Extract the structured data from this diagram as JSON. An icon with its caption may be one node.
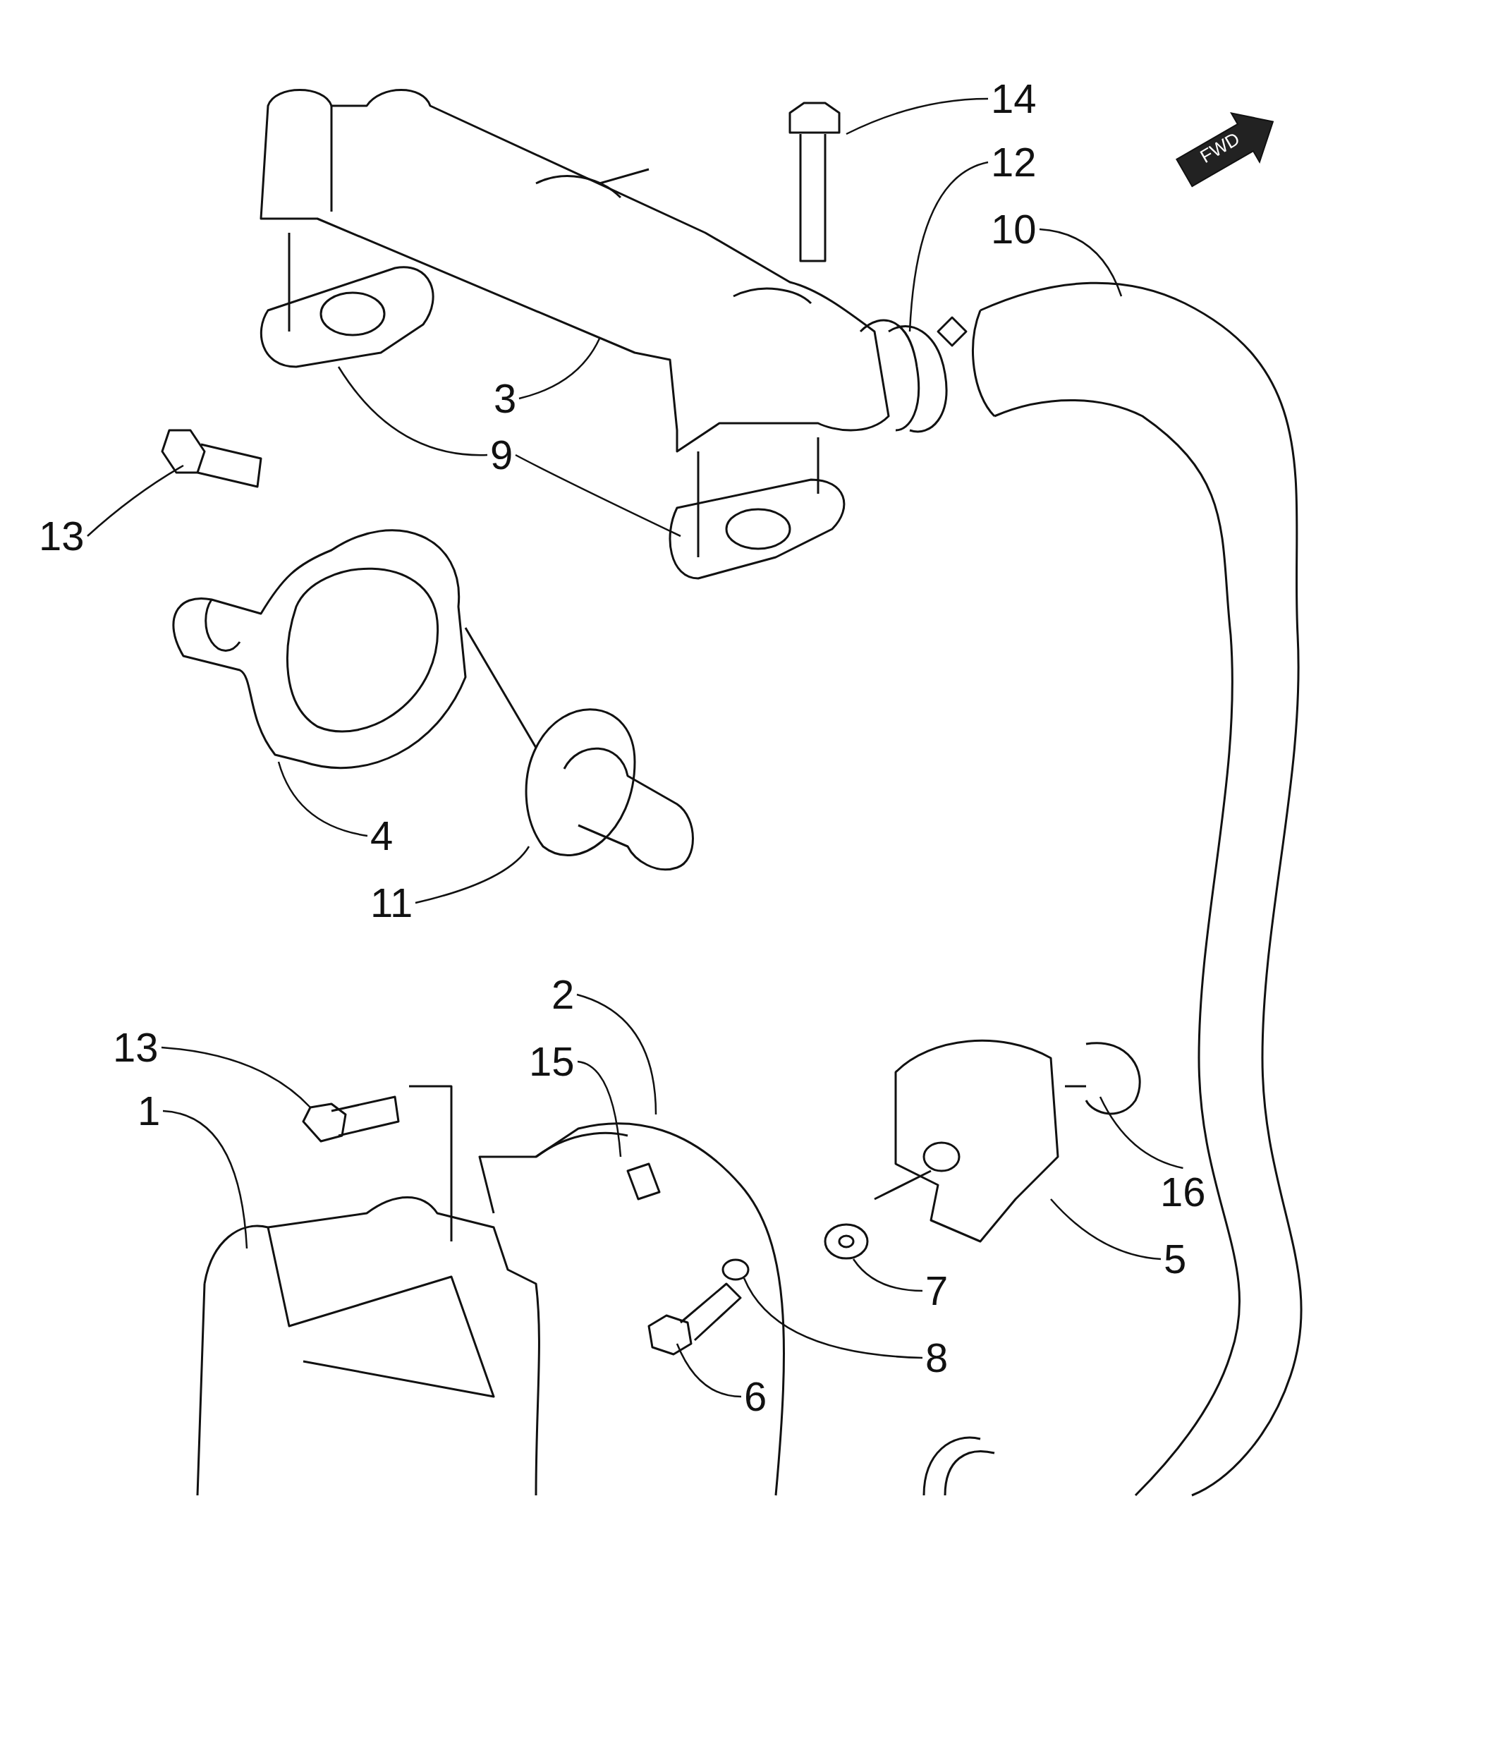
{
  "diagram": {
    "nodes": [
      {
        "text": [
          "14"
        ]
      },
      {
        "text": [
          "12"
        ]
      },
      {
        "text": [
          "10"
        ]
      },
      {
        "text": [
          "3"
        ]
      },
      {
        "text": [
          "9"
        ]
      },
      {
        "text": [
          "13"
        ]
      },
      {
        "text": [
          "4"
        ]
      },
      {
        "text": [
          "11"
        ]
      },
      {
        "text": [
          "2"
        ]
      },
      {
        "text": [
          "15"
        ]
      },
      {
        "text": [
          "13"
        ]
      },
      {
        "text": [
          "1"
        ]
      },
      {
        "text": [
          "16"
        ]
      },
      {
        "text": [
          "5"
        ]
      },
      {
        "text": [
          "7"
        ]
      },
      {
        "text": [
          "8"
        ]
      },
      {
        "text": [
          "6"
        ]
      }
    ],
    "edges": [
      {
        "from": 0,
        "to": null,
        "arrow": "none"
      },
      {
        "from": 1,
        "to": null,
        "arrow": "none"
      },
      {
        "from": 2,
        "to": null,
        "arrow": "none"
      },
      {
        "from": 3,
        "to": null,
        "arrow": "none"
      },
      {
        "from": 4,
        "to": null,
        "arrow": "none"
      },
      {
        "from": 4,
        "to": null,
        "arrow": "none"
      },
      {
        "from": 5,
        "to": null,
        "arrow": "none"
      },
      {
        "from": 6,
        "to": null,
        "arrow": "none"
      },
      {
        "from": 7,
        "to": null,
        "arrow": "none"
      },
      {
        "from": 8,
        "to": null,
        "arrow": "none"
      },
      {
        "from": 9,
        "to": null,
        "arrow": "none"
      },
      {
        "from": 10,
        "to": null,
        "arrow": "none"
      },
      {
        "from": 11,
        "to": null,
        "arrow": "none"
      },
      {
        "from": 12,
        "to": null,
        "arrow": "none"
      },
      {
        "from": 13,
        "to": null,
        "arrow": "none"
      },
      {
        "from": 14,
        "to": null,
        "arrow": "none"
      },
      {
        "from": 15,
        "to": null,
        "arrow": "none"
      },
      {
        "from": 16,
        "to": null,
        "arrow": "none"
      }
    ],
    "labels": [
      "FWD"
    ]
  }
}
